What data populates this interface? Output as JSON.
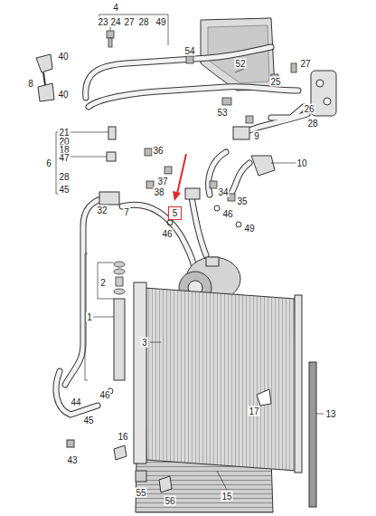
{
  "diagram": {
    "nodes": [
      {
        "text": [
          "5"
        ]
      }
    ],
    "labels": [
      "4",
      "23",
      "24",
      "27",
      "28",
      "49",
      "54",
      "52",
      "27",
      "40",
      "8",
      "40",
      "25",
      "53",
      "26",
      "28",
      "9",
      "21",
      "20",
      "18",
      "47",
      "36",
      "6",
      "10",
      "37",
      "28",
      "45",
      "32",
      "7",
      "38",
      "34",
      "35",
      "46",
      "46",
      "49",
      "2",
      "1",
      "3",
      "46",
      "17",
      "13",
      "44",
      "45",
      "16",
      "43",
      "55",
      "56",
      "15"
    ]
  }
}
